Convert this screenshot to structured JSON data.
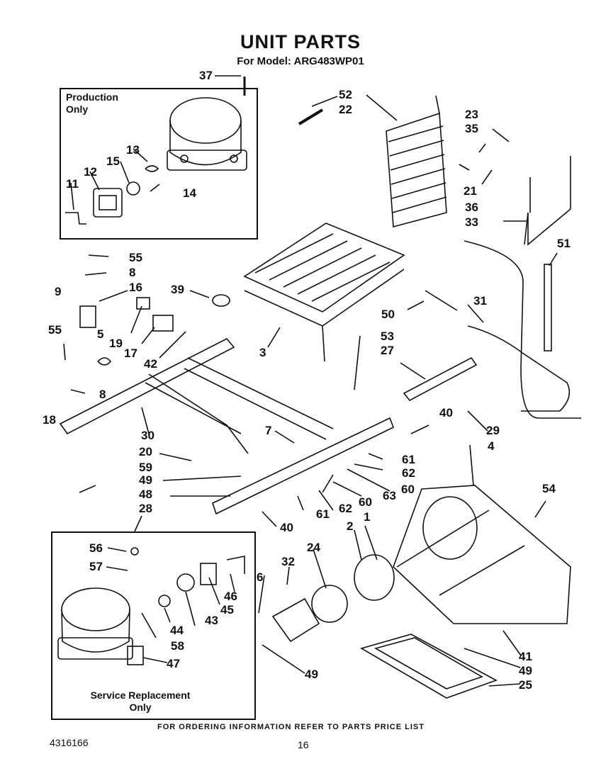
{
  "header": {
    "title": "UNIT PARTS",
    "model_line": "For Model: ARG483WP01"
  },
  "boxes": {
    "production_label": "Production\nOnly",
    "service_label": "Service Replacement\nOnly"
  },
  "callouts": [
    "37",
    "52",
    "22",
    "23",
    "35",
    "21",
    "36",
    "33",
    "51",
    "13",
    "15",
    "12",
    "11",
    "14",
    "55",
    "8",
    "9",
    "16",
    "39",
    "19",
    "17",
    "42",
    "3",
    "55",
    "5",
    "18",
    "8",
    "31",
    "50",
    "53",
    "27",
    "7",
    "40",
    "29",
    "30",
    "4",
    "20",
    "59",
    "61",
    "62",
    "49",
    "48",
    "60",
    "63",
    "60",
    "61",
    "62",
    "54",
    "40",
    "28",
    "2",
    "1",
    "24",
    "56",
    "57",
    "32",
    "6",
    "46",
    "45",
    "44",
    "43",
    "58",
    "47",
    "41",
    "49",
    "49",
    "25"
  ],
  "footer": {
    "ordering": "FOR ORDERING INFORMATION REFER TO PARTS PRICE LIST",
    "doc_number": "4316166",
    "page_number": "16"
  }
}
